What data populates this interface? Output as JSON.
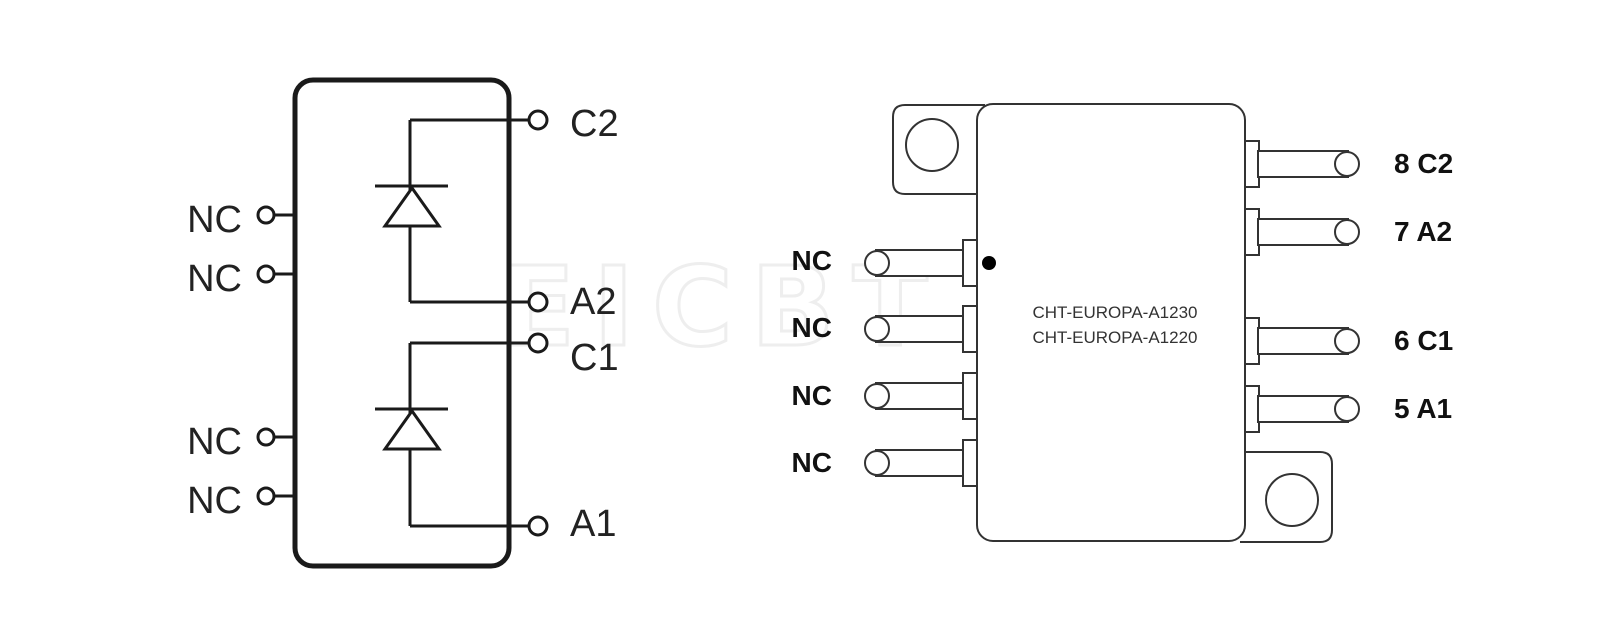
{
  "schematic": {
    "terminals": {
      "c2": "C2",
      "a2": "A2",
      "c1": "C1",
      "a1": "A1",
      "nc": [
        "NC",
        "NC",
        "NC",
        "NC"
      ]
    }
  },
  "package": {
    "left_pins": [
      "NC",
      "NC",
      "NC",
      "NC"
    ],
    "right_pins": [
      "8 C2",
      "7 A2",
      "6 C1",
      "5 A1"
    ],
    "part_numbers": [
      "CHT-EUROPA-A1230",
      "CHT-EUROPA-A1220"
    ]
  },
  "watermark": "EICBT"
}
